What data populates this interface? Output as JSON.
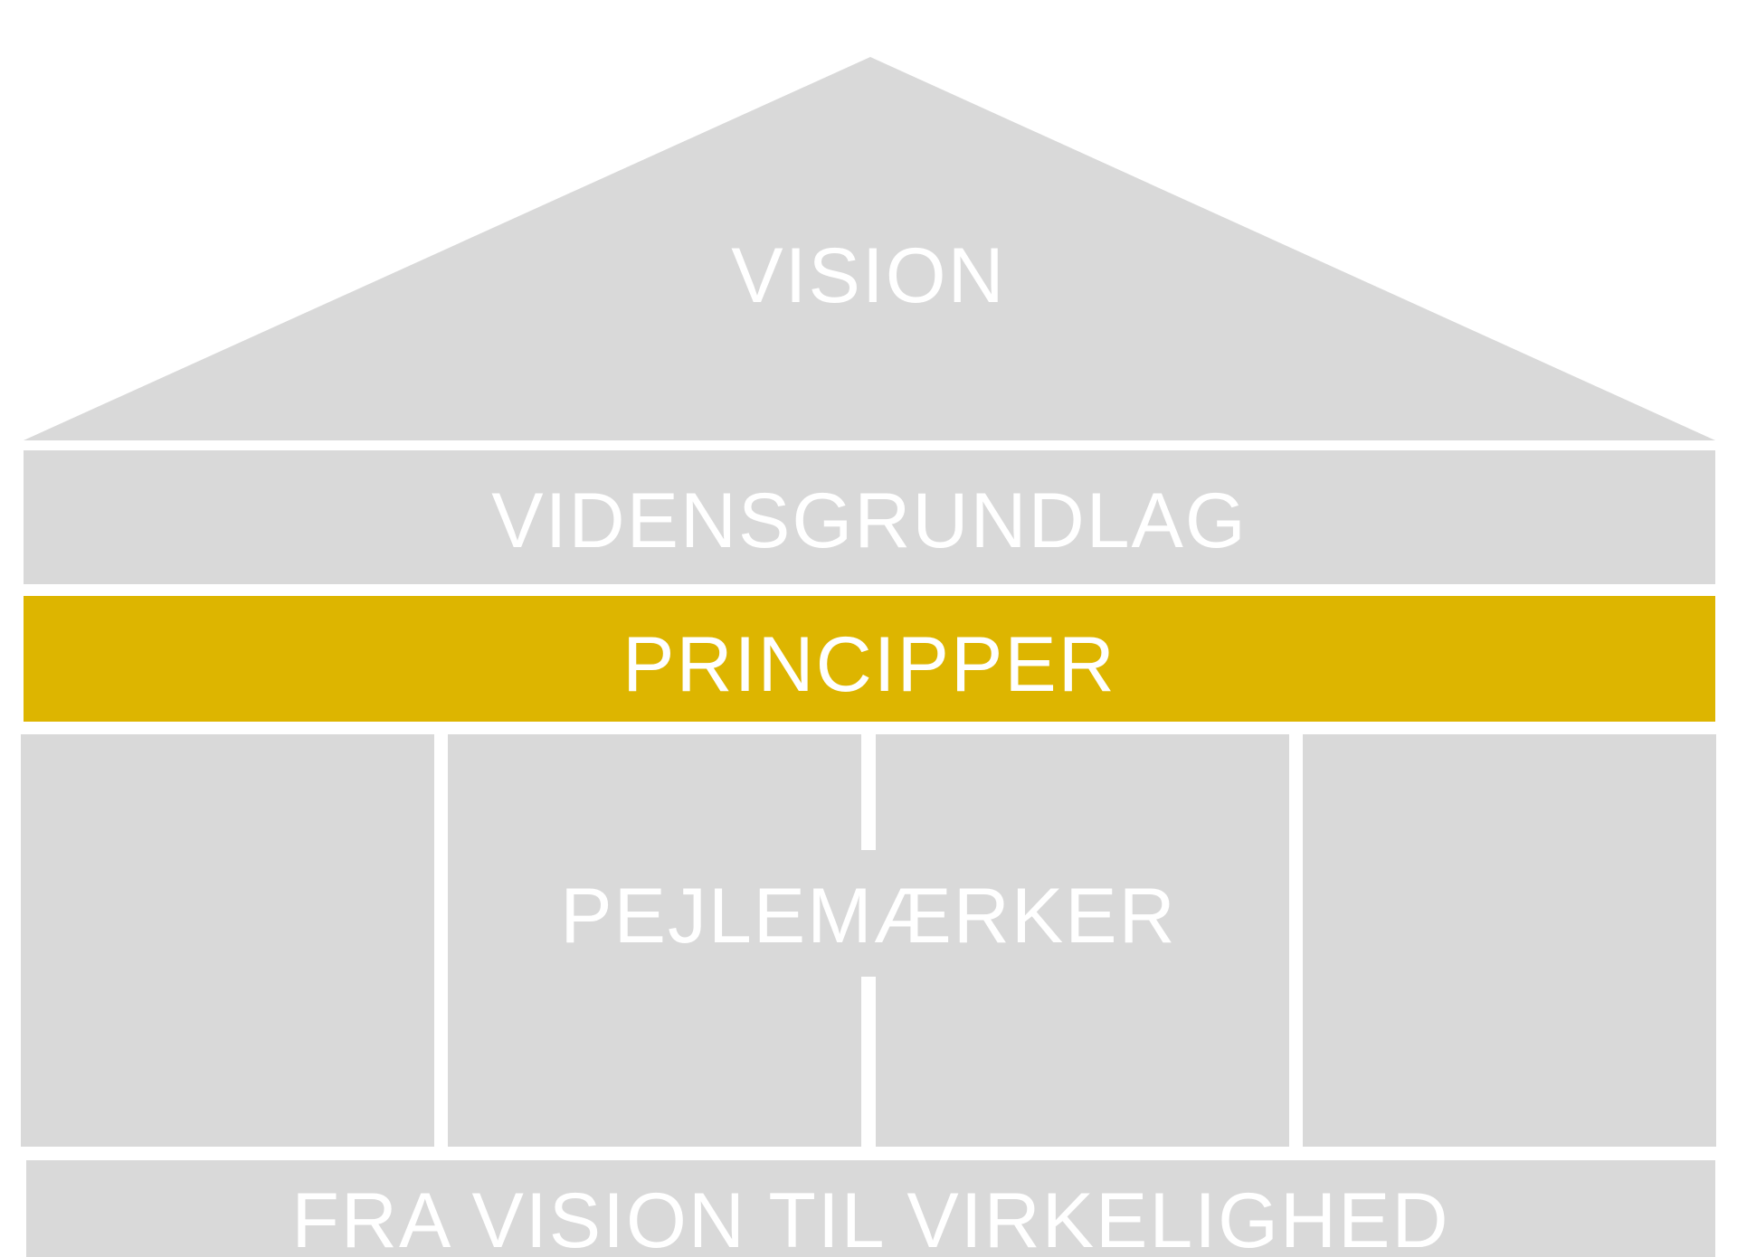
{
  "colors": {
    "gray": "#d9d9d9",
    "gold": "#ddb500",
    "white": "#ffffff"
  },
  "house": {
    "roof": {
      "label": "VISION"
    },
    "foundation_band": {
      "label": "VIDENSGRUNDLAG"
    },
    "principles_band": {
      "label": "PRINCIPPER"
    },
    "pillars": {
      "label": "PEJLEMÆRKER"
    },
    "base": {
      "label": "FRA VISION TIL VIRKELIGHED"
    }
  }
}
